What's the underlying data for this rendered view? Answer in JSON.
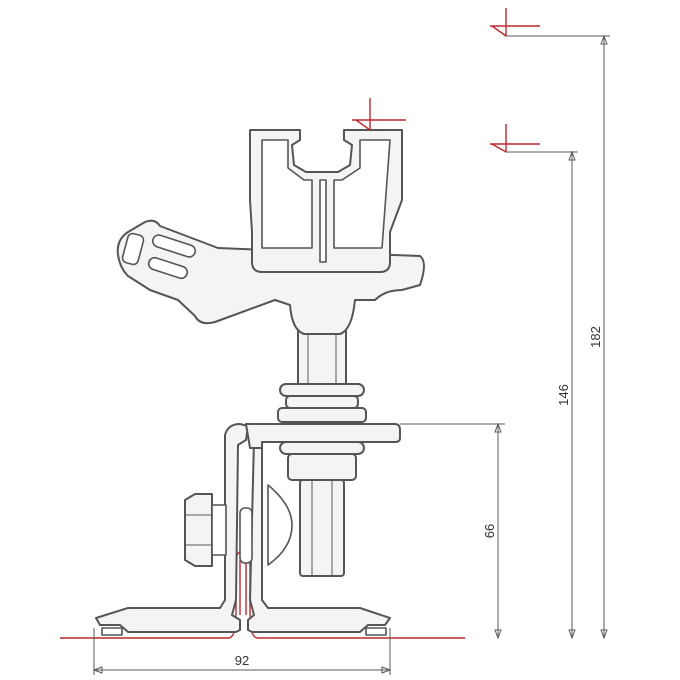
{
  "dimensions": {
    "base_width": "92",
    "clamp_height": "66",
    "mid_height": "146",
    "total_height": "182"
  },
  "colors": {
    "part_outline": "#555555",
    "dimension_line": "#5a5a5a",
    "reference_line": "#c0282d"
  }
}
